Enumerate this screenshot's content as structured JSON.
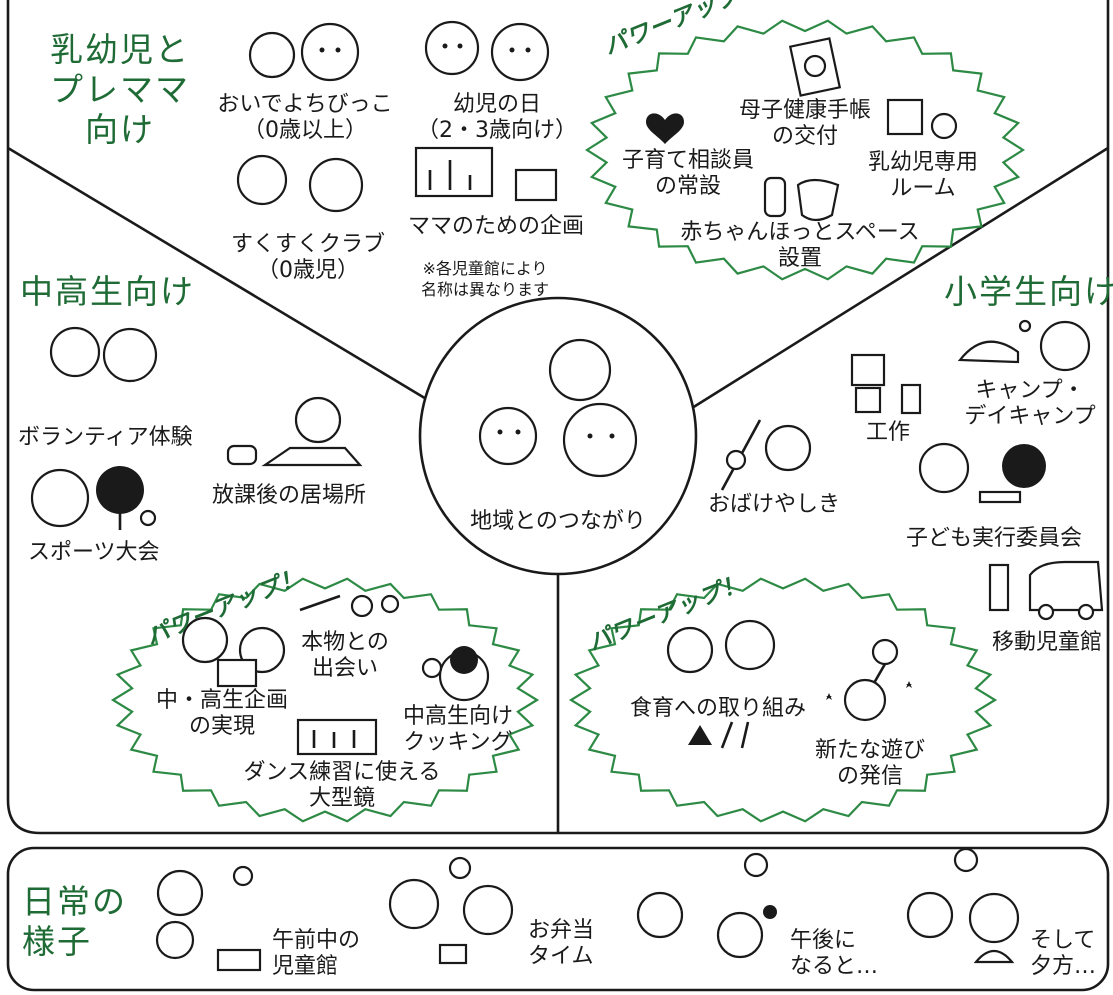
{
  "sections": {
    "infant": {
      "title_l1": "乳幼児と",
      "title_l2": "プレママ",
      "title_l3": "向け"
    },
    "junior_high": {
      "title": "中高生向け"
    },
    "elementary": {
      "title": "小学生向け"
    },
    "daily": {
      "title_l1": "日常の",
      "title_l2": "様子"
    }
  },
  "center": {
    "label": "地域とのつながり"
  },
  "infant_items": {
    "oide_l1": "おいでよちびっこ",
    "oide_l2": "（0歳以上）",
    "yoji_l1": "幼児の日",
    "yoji_l2": "（2・3歳向け）",
    "suku_l1": "すくすくクラブ",
    "suku_l2": "（0歳児）",
    "mama": "ママのための企画",
    "note_l1": "※各児童館により",
    "note_l2": "名称は異なります"
  },
  "infant_power": {
    "label": "パワーアップ！",
    "techo_l1": "母子健康手帳",
    "techo_l2": "の交付",
    "sodan_l1": "子育て相談員",
    "sodan_l2": "の常設",
    "room_l1": "乳幼児専用",
    "room_l2": "ルーム",
    "akachan_l1": "赤ちゃんほっとスペース",
    "akachan_l2": "設置"
  },
  "junior_high_items": {
    "volunteer": "ボランティア体験",
    "ibasho": "放課後の居場所",
    "sports": "スポーツ大会"
  },
  "junior_high_power": {
    "label": "パワーアップ！",
    "honmono_l1": "本物との",
    "honmono_l2": "出会い",
    "kikaku_l1": "中・高生企画",
    "kikaku_l2": "の実現",
    "cooking_l1": "中高生向け",
    "cooking_l2": "クッキング",
    "dance_l1": "ダンス練習に使える",
    "dance_l2": "大型鏡"
  },
  "elementary_items": {
    "camp_l1": "キャンプ・",
    "camp_l2": "デイキャンプ",
    "kosaku": "工作",
    "obake": "おばけやしき",
    "iinkai": "子ども実行委員会",
    "ido": "移動児童館"
  },
  "elementary_power": {
    "label": "パワーアップ！",
    "shokuiku": "食育への取り組み",
    "asobi_l1": "新たな遊び",
    "asobi_l2": "の発信"
  },
  "daily_items": {
    "gozen_l1": "午前中の",
    "gozen_l2": "児童館",
    "bento_l1": "お弁当",
    "bento_l2": "タイム",
    "gogo_l1": "午後に",
    "gogo_l2": "なると…",
    "yugata_l1": "そして",
    "yugata_l2": "夕方…"
  },
  "colors": {
    "section_title": "#1f6b35",
    "burst_stroke": "#2d8a45",
    "lines": "#1a1a1a"
  }
}
